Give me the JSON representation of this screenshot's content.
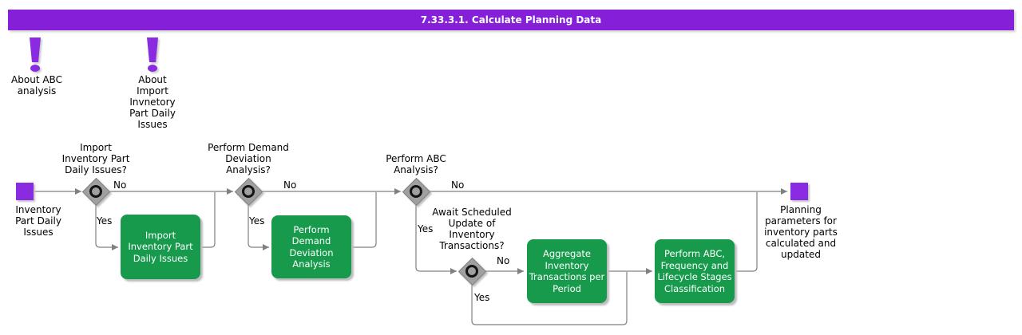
{
  "title_bar": {
    "text": "7.33.3.1. Calculate Planning Data"
  },
  "colors": {
    "title_purple": "#851FD8",
    "event_purple": "#8A2BE2",
    "activity_green": "#179A4C",
    "connector_gray": "#808080",
    "diamond_gray": "#A0A0A0"
  },
  "notes": [
    {
      "icon": "exclamation-icon",
      "label": "About ABC\nanalysis"
    },
    {
      "icon": "exclamation-icon",
      "label": "About\nImport\nInvnetory\nPart Daily\nIssues"
    }
  ],
  "start_event": {
    "label": "Inventory\nPart Daily\nIssues"
  },
  "end_event": {
    "label": "Planning\nparameters for\ninventory parts\ncalculated and\nupdated"
  },
  "decisions": [
    {
      "question": "Import\nInventory Part\nDaily Issues?",
      "no_label": "No",
      "yes_label": "Yes"
    },
    {
      "question": "Perform Demand\nDeviation\nAnalysis?",
      "no_label": "No",
      "yes_label": "Yes"
    },
    {
      "question": "Perform ABC\nAnalysis?",
      "no_label": "No",
      "yes_label": "Yes"
    },
    {
      "question": "Await Scheduled\nUpdate of\nInventory\nTransactions?",
      "no_label": "No",
      "yes_label": "Yes"
    }
  ],
  "activities": [
    {
      "label": "Import\nInventory Part\nDaily Issues"
    },
    {
      "label": "Perform\nDemand\nDeviation\nAnalysis"
    },
    {
      "label": "Aggregate\nInventory\nTransactions per\nPeriod"
    },
    {
      "label": "Perform ABC,\nFrequency and\nLifecycle Stages\nClassification"
    }
  ]
}
